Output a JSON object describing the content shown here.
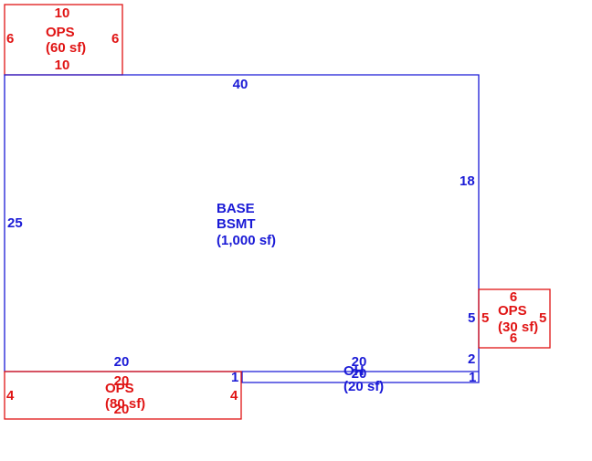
{
  "colors": {
    "base": "#1a1ad6",
    "porch": "#e01414",
    "background": "#ffffff"
  },
  "areas": {
    "ops_top": {
      "name": "OPS",
      "area": "(60 sf)",
      "dims": {
        "top": "10",
        "bottom": "10",
        "left": "6",
        "right": "6"
      }
    },
    "base": {
      "name": "BASE",
      "sub": "BSMT",
      "area": "(1,000 sf)",
      "dims": {
        "top": "40",
        "left": "25",
        "right_upper": "18",
        "right_mid": "5",
        "right_low": "2",
        "right_step": "1",
        "bottom_left": "20",
        "bottom_right": "20"
      }
    },
    "ops_right": {
      "name": "OPS",
      "area": "(30 sf)",
      "dims": {
        "top": "6",
        "bottom": "6",
        "left": "5",
        "right": "5"
      }
    },
    "ops_bottom": {
      "name": "OPS",
      "area": "(80 sf)",
      "dims": {
        "top": "20",
        "bottom": "20",
        "left": "4",
        "right": "4"
      }
    },
    "oh": {
      "name": "OH",
      "area": "(20 sf)",
      "dims": {
        "top": "20",
        "bottom": "20",
        "left": "1"
      }
    }
  }
}
